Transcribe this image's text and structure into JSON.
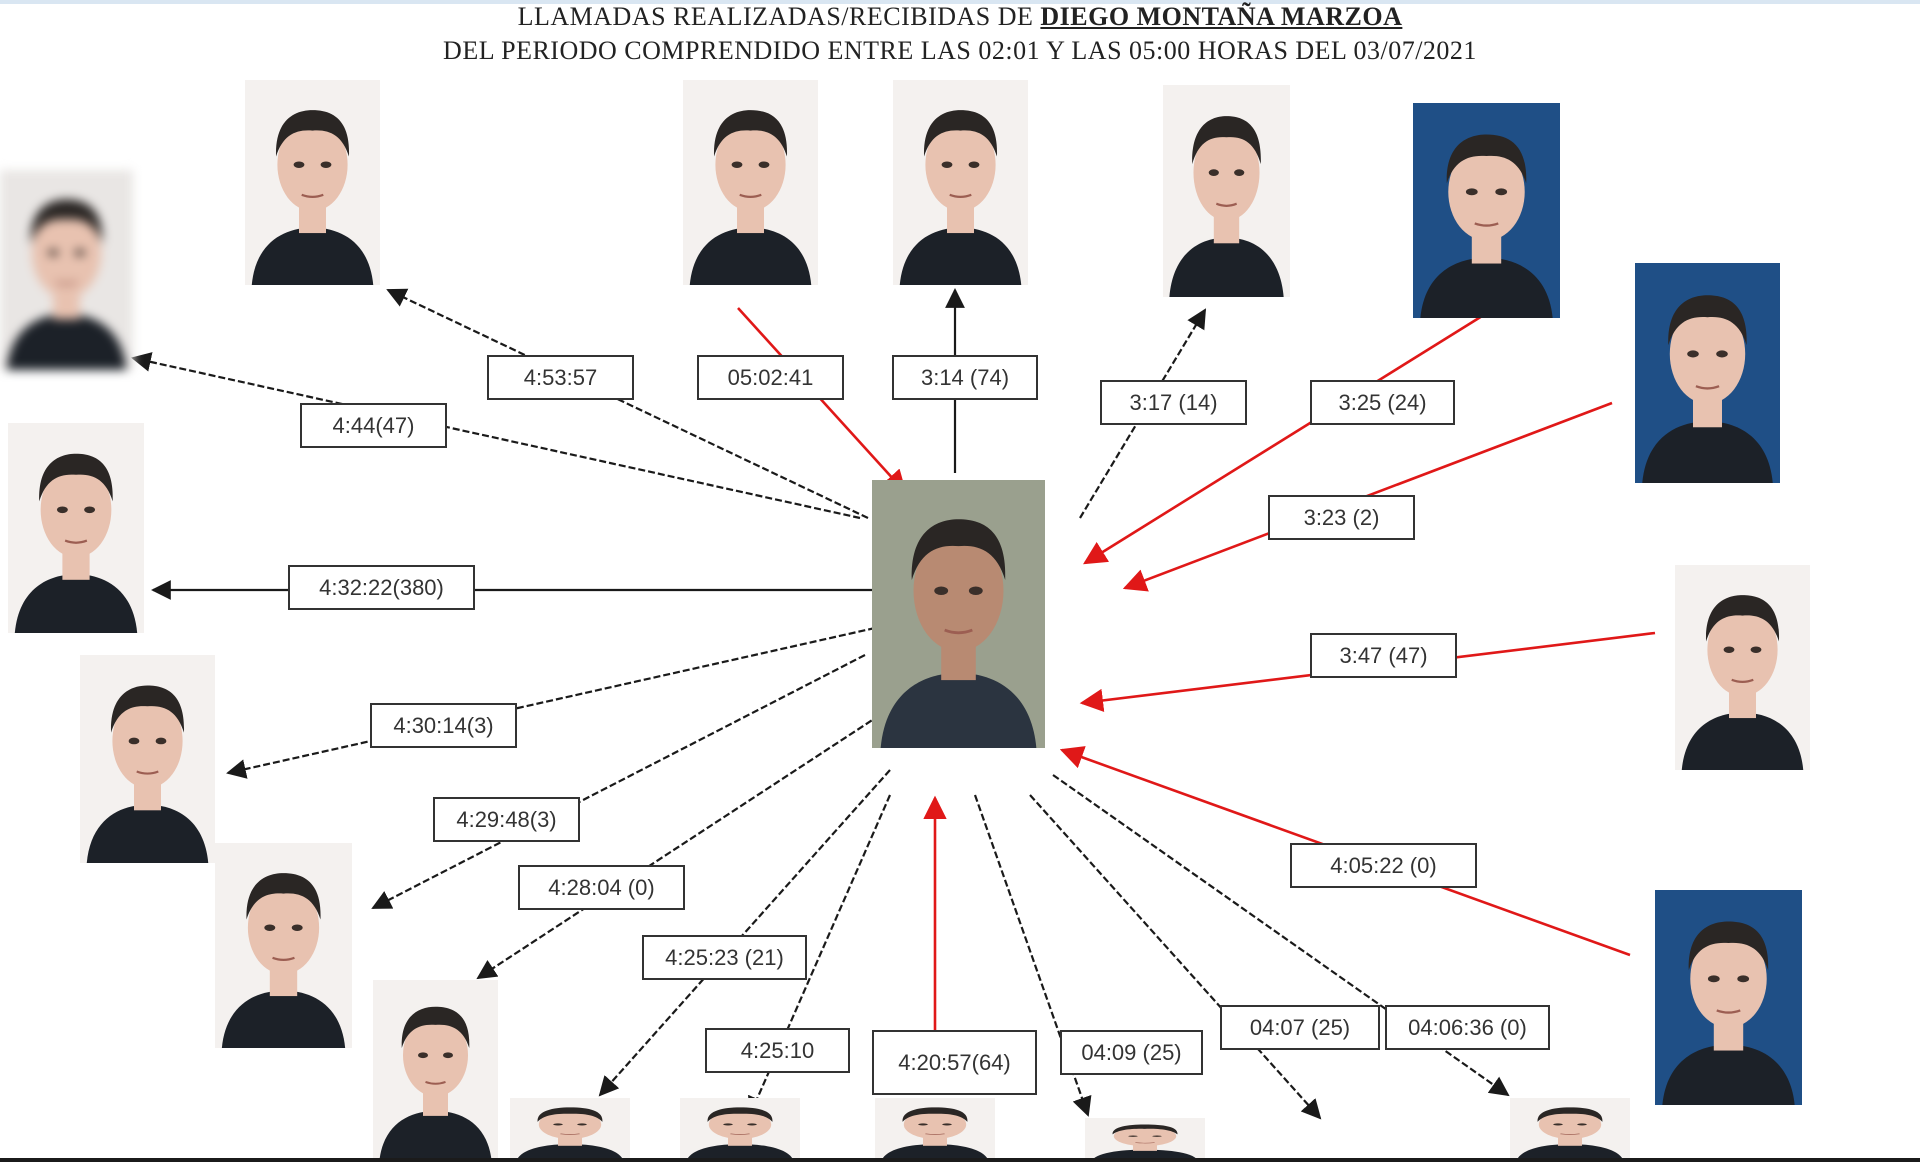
{
  "title": {
    "line1_prefix": "LLAMADAS REALIZADAS/RECIBIDAS DE",
    "line1_name": "DIEGO MONTAÑA MARZOA",
    "line2": "DEL PERIODO COMPRENDIDO ENTRE LAS 02:01 Y  LAS 05:00 HORAS DEL 03/07/2021"
  },
  "colors": {
    "outgoing": "#1a1a1a",
    "incoming": "#e01818",
    "label_border": "#333333"
  },
  "calls": [
    {
      "label": "4:53:57",
      "direction": "outgoing"
    },
    {
      "label": "05:02:41",
      "direction": "incoming"
    },
    {
      "label": "3:14 (74)",
      "direction": "outgoing"
    },
    {
      "label": "3:17 (14)",
      "direction": "outgoing"
    },
    {
      "label": "3:25 (24)",
      "direction": "incoming"
    },
    {
      "label": "3:23 (2)",
      "direction": "incoming"
    },
    {
      "label": "4:44(47)",
      "direction": "outgoing"
    },
    {
      "label": "4:32:22(380)",
      "direction": "outgoing"
    },
    {
      "label": "3:47 (47)",
      "direction": "incoming"
    },
    {
      "label": "4:30:14(3)",
      "direction": "outgoing"
    },
    {
      "label": "4:29:48(3)",
      "direction": "outgoing"
    },
    {
      "label": "4:05:22 (0)",
      "direction": "incoming"
    },
    {
      "label": "4:28:04 (0)",
      "direction": "outgoing"
    },
    {
      "label": "4:25:23 (21)",
      "direction": "outgoing"
    },
    {
      "label": "4:25:10",
      "direction": "outgoing"
    },
    {
      "label": "4:20:57(64)",
      "direction": "incoming"
    },
    {
      "label": "04:09 (25)",
      "direction": "outgoing"
    },
    {
      "label": "04:07 (25)",
      "direction": "outgoing"
    },
    {
      "label": "04:06:36 (0)",
      "direction": "outgoing"
    }
  ]
}
